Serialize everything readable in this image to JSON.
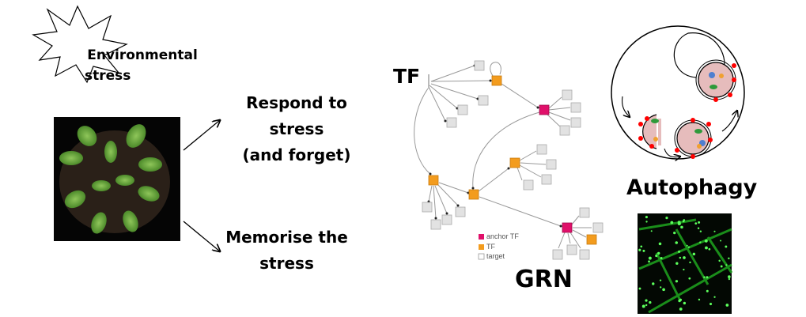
{
  "stress": {
    "line1": "Environmental",
    "line2": "stress"
  },
  "respond": {
    "line1": "Respond to stress",
    "line2": "(and forget)"
  },
  "memorise": {
    "line1": "Memorise the",
    "line2": "stress"
  },
  "grn": {
    "tf_label": "TF",
    "title": "GRN",
    "legend": {
      "anchor": "anchor TF",
      "tf": "TF",
      "target": "target"
    }
  },
  "autophagy": {
    "title": "Autophagy"
  },
  "colors": {
    "anchor": "#e0106a",
    "tf": "#f39c1e",
    "target": "#e2e2e2",
    "edge": "#999999",
    "fluor": "#2ccd2c"
  }
}
